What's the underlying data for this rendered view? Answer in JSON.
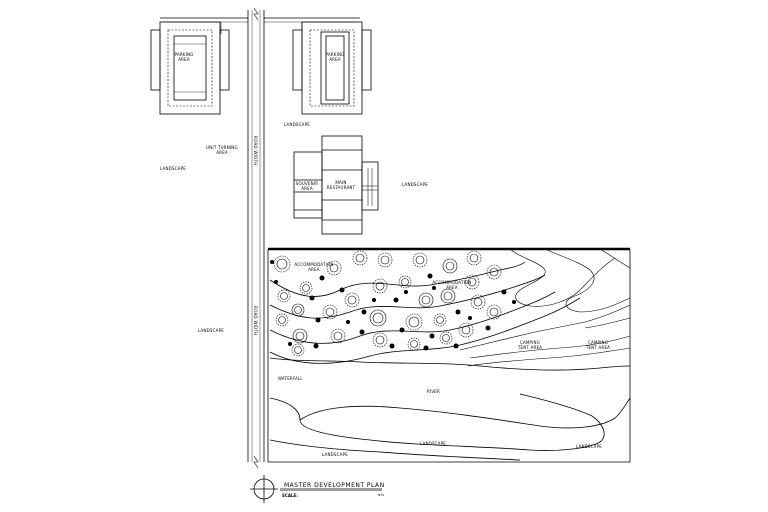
{
  "labels": {
    "parking_left": "PARKING AREA",
    "parking_right": "PARKING AREA",
    "unit_turning": "UNIT TURNING AREA",
    "landscape_top_right": "LANDSCAPE",
    "landscape_left_top": "LANDSCAPE",
    "souvenir": "SOUVENIR AREA",
    "restaurant": "MAIN RESTAURANT",
    "landscape_right": "LANDSCAPE",
    "accommodation_1": "ACCOMMODATION AREA",
    "accommodation_2": "ACCOMMODATION AREA",
    "landscape_left_mid": "LANDSCAPE",
    "camping_1": "CAMPING TENT AREA",
    "camping_2": "CAMPING TENT AREA",
    "waterfall": "WATERFALL",
    "river": "RIVER",
    "landscape_bottom_1": "LANDSCAPE",
    "landscape_bottom_2": "LANDSCAPE",
    "landscape_bottom_3": "LANDSCAPE",
    "road_upper": "ROAD WIDTH",
    "road_lower": "ROAD WIDTH"
  },
  "title_block": {
    "title": "MASTER DEVELOPMENT PLAN",
    "scale_label": "SCALE:",
    "scale_value": "NTS"
  }
}
